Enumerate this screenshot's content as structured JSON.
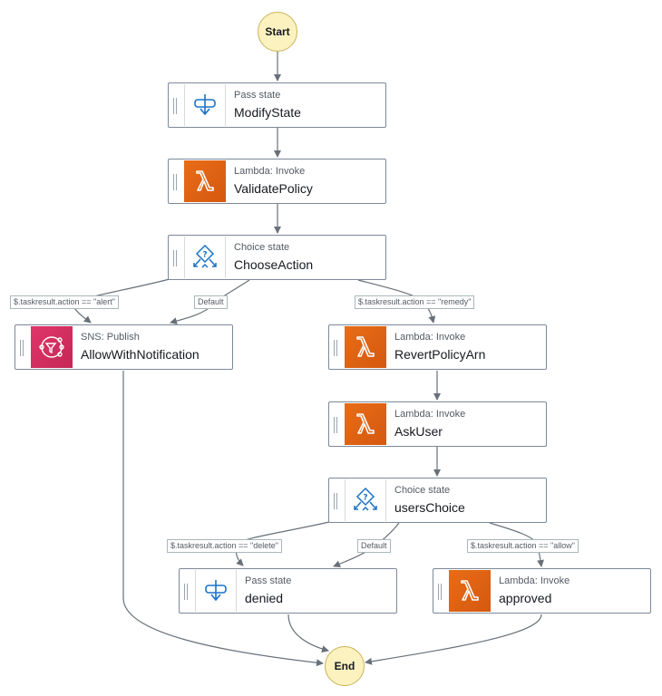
{
  "start": "Start",
  "end": "End",
  "states": {
    "modify": {
      "type": "Pass state",
      "name": "ModifyState",
      "icon": "pass-state-icon"
    },
    "validate": {
      "type": "Lambda: Invoke",
      "name": "ValidatePolicy",
      "icon": "lambda-icon"
    },
    "choose": {
      "type": "Choice state",
      "name": "ChooseAction",
      "icon": "choice-state-icon"
    },
    "allow_notify": {
      "type": "SNS: Publish",
      "name": "AllowWithNotification",
      "icon": "sns-icon"
    },
    "revert": {
      "type": "Lambda: Invoke",
      "name": "RevertPolicyArn",
      "icon": "lambda-icon"
    },
    "ask": {
      "type": "Lambda: Invoke",
      "name": "AskUser",
      "icon": "lambda-icon"
    },
    "users_choice": {
      "type": "Choice state",
      "name": "usersChoice",
      "icon": "choice-state-icon"
    },
    "denied": {
      "type": "Pass state",
      "name": "denied",
      "icon": "pass-state-icon"
    },
    "approved": {
      "type": "Lambda: Invoke",
      "name": "approved",
      "icon": "lambda-icon"
    }
  },
  "edge_labels": {
    "alert": "$.taskresult.action == \"alert\"",
    "default1": "Default",
    "remedy": "$.taskresult.action == \"remedy\"",
    "delete": "$.taskresult.action == \"delete\"",
    "default2": "Default",
    "allow": "$.taskresult.action == \"allow\""
  },
  "colors": {
    "edge": "#687078",
    "terminal": "#fbf2c0",
    "lambda": "#e46d14",
    "sns": "#d6305f",
    "icon_blue": "#1a73c7"
  }
}
